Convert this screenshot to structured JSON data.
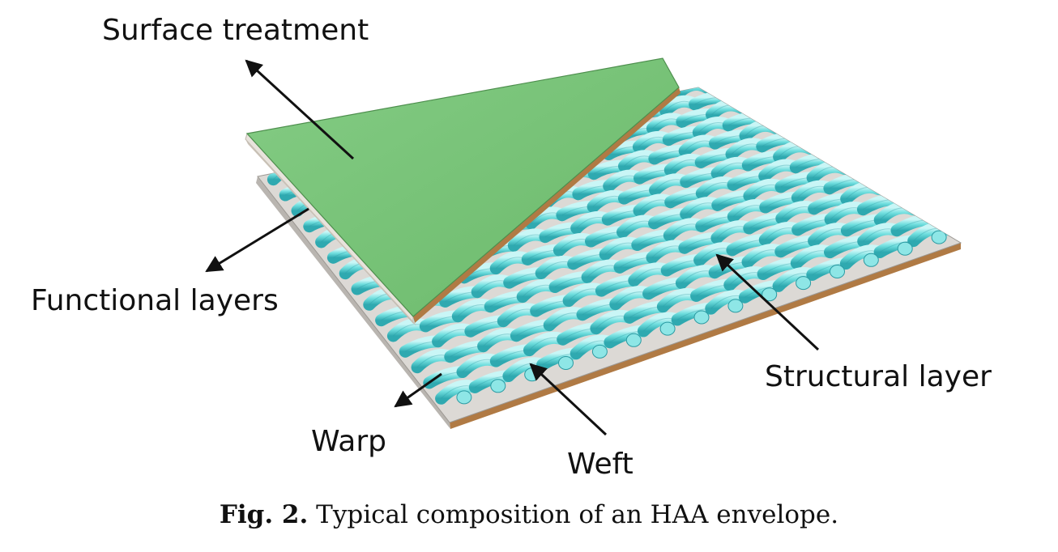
{
  "labels": {
    "surface_treatment": "Surface treatment",
    "functional_layers": "Functional layers",
    "structural_layer": "Structural layer",
    "warp": "Warp",
    "weft": "Weft"
  },
  "caption": {
    "number": "Fig. 2.",
    "text": "Typical composition of an HAA envelope."
  },
  "colors": {
    "surface_layer": "#7cc47c",
    "fabric_yarn": "#6fdede",
    "base_plate": "#d9d6d2",
    "edge": "#a8743f"
  }
}
